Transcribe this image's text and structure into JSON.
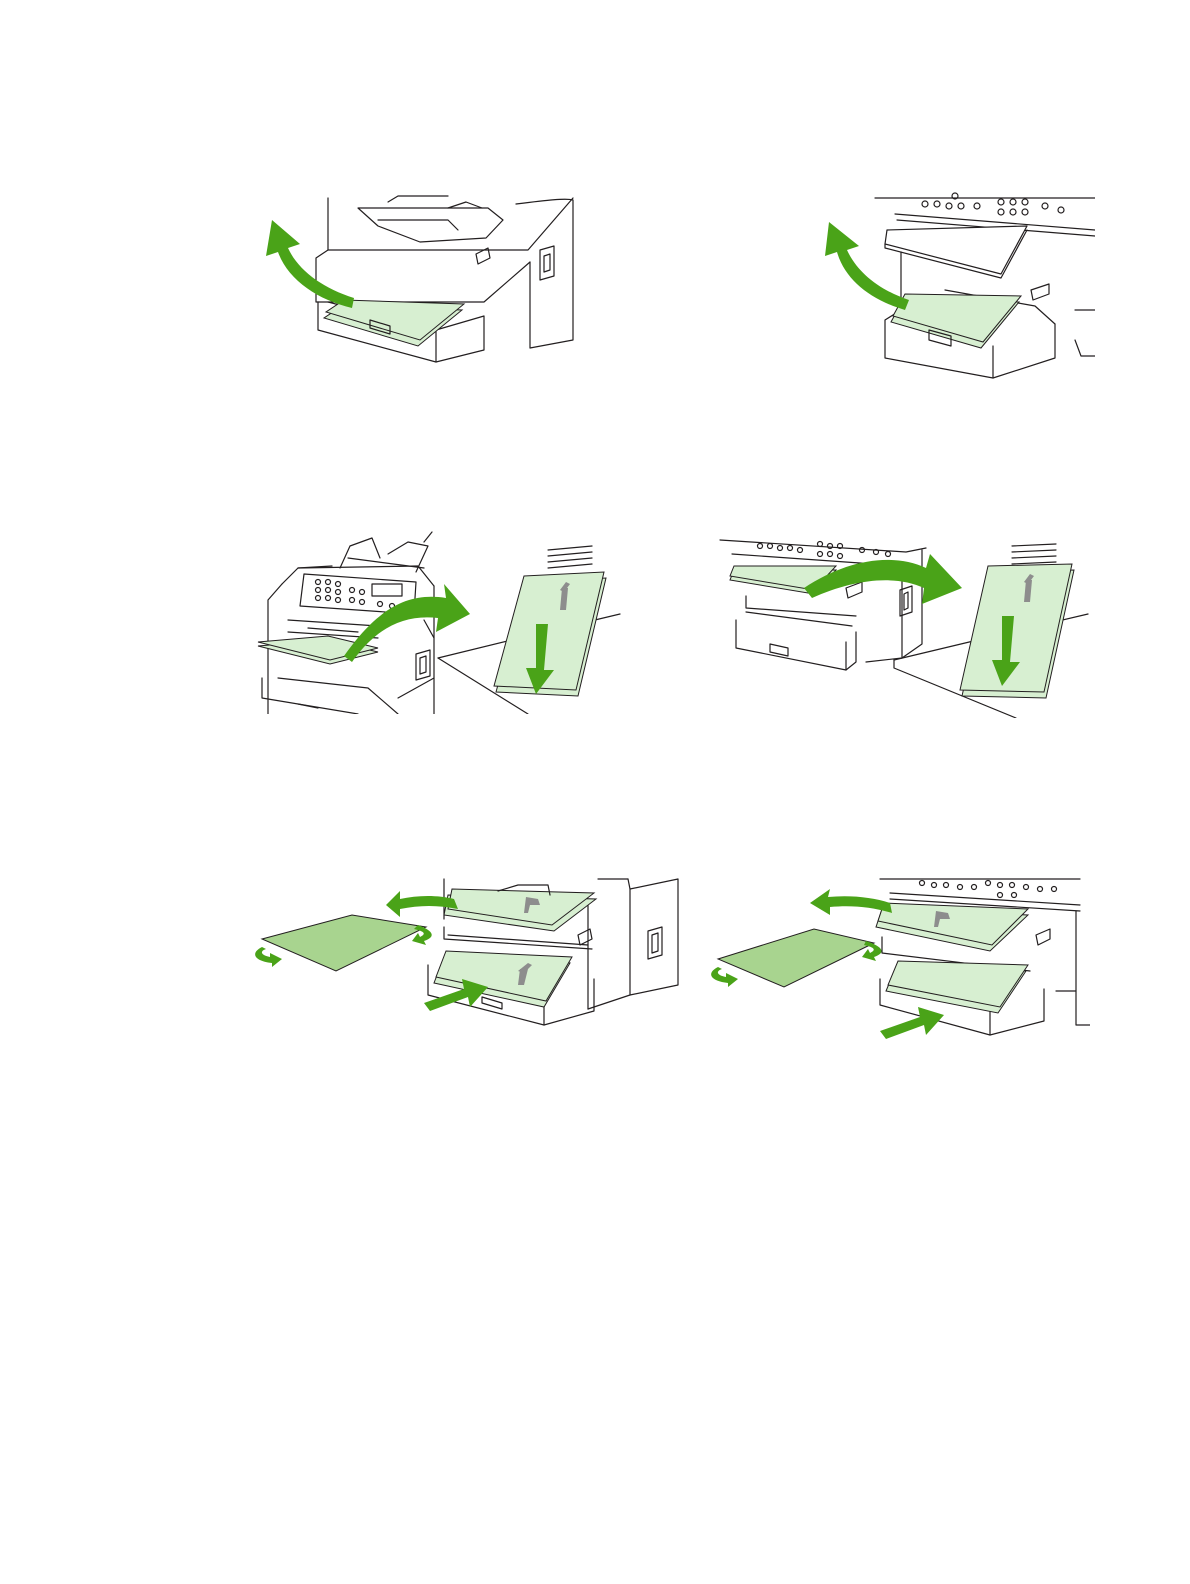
{
  "colors": {
    "accent_arrow": "#4aa318",
    "paper_light": "#d7efd1",
    "paper_dark": "#a8d48f",
    "line": "#231f20",
    "glyph": "#8d8d8d"
  },
  "figures": [
    {
      "id": "fig-1",
      "depicts": "remove-paper-from-input-tray"
    },
    {
      "id": "fig-2",
      "depicts": "remove-paper-from-input-tray"
    },
    {
      "id": "fig-3",
      "depicts": "move-printed-stack-to-table"
    },
    {
      "id": "fig-4",
      "depicts": "move-printed-stack-to-table"
    },
    {
      "id": "fig-5",
      "depicts": "flip-stack-and-reinsert"
    },
    {
      "id": "fig-6",
      "depicts": "flip-stack-and-reinsert"
    }
  ],
  "icons": {
    "arrow": "curved-arrow-icon",
    "rotate": "rotate-icon",
    "logo": "device-logo-icon"
  }
}
